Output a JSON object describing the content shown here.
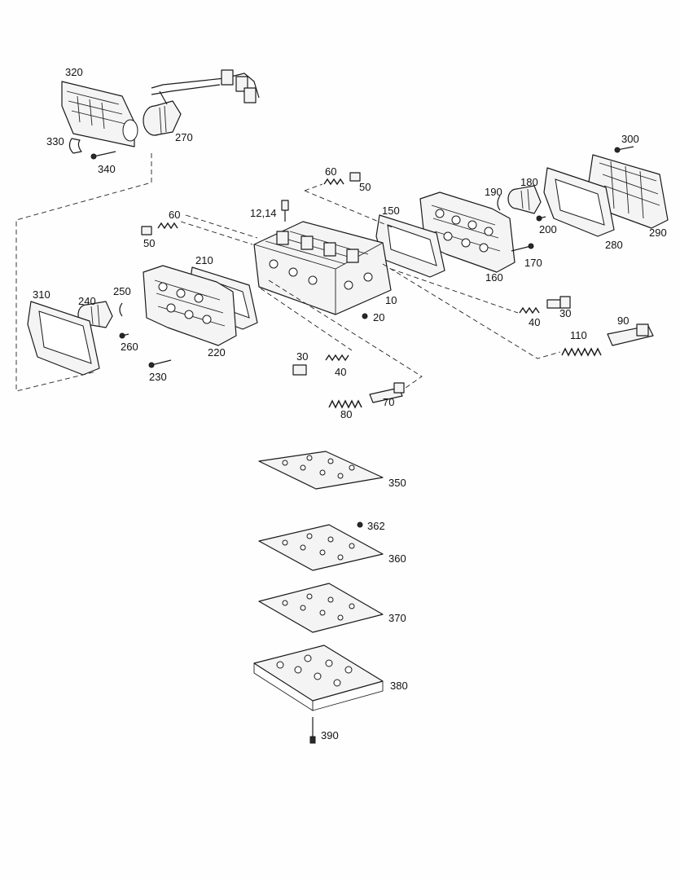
{
  "labels": {
    "l320": "320",
    "l330": "330",
    "l340": "340",
    "l270": "270",
    "l300": "300",
    "l180": "180",
    "l190": "190",
    "l200": "200",
    "l280": "280",
    "l290": "290",
    "l170": "170",
    "l160": "160",
    "l60a": "60",
    "l50a": "50",
    "l12_14": "12,14",
    "l150": "150",
    "l60b": "60",
    "l50b": "50",
    "l210": "210",
    "l10": "10",
    "l20": "20",
    "l310": "310",
    "l240": "240",
    "l250": "250",
    "l260": "260",
    "l220": "220",
    "l230": "230",
    "l40a": "40",
    "l30a": "30",
    "l90": "90",
    "l110": "110",
    "l30b": "30",
    "l40b": "40",
    "l70": "70",
    "l80": "80",
    "l350": "350",
    "l362": "362",
    "l360": "360",
    "l370": "370",
    "l380": "380",
    "l390": "390"
  }
}
